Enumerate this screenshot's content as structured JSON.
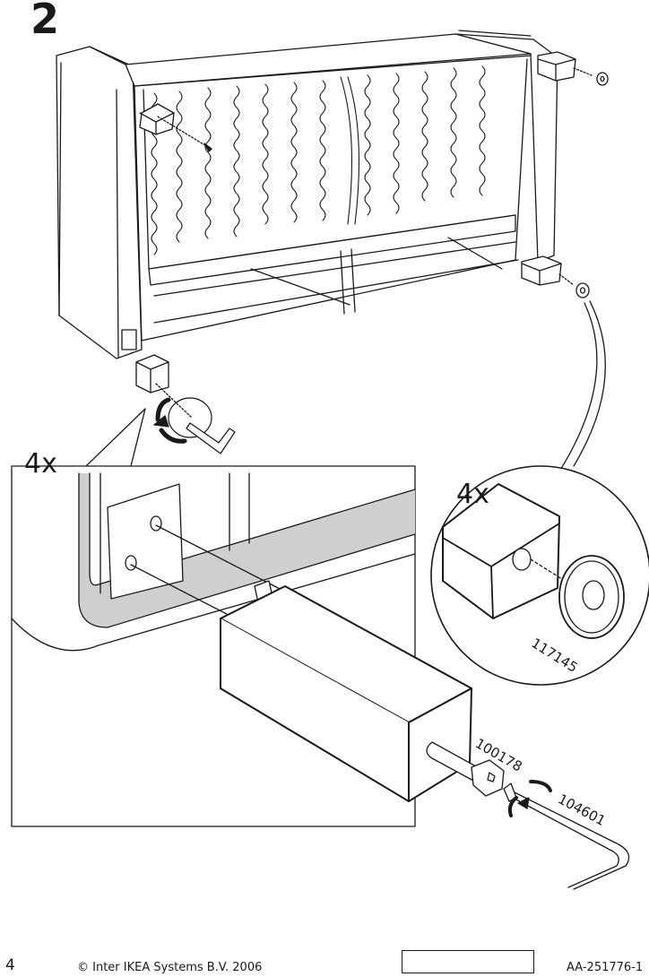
{
  "step": {
    "number": "2"
  },
  "callouts": {
    "left_quantity": "4x",
    "right_quantity": "4x"
  },
  "parts": {
    "washer": "117145",
    "bolt": "100178",
    "allen_key": "104601"
  },
  "footer": {
    "page_number": "4",
    "copyright": "© Inter IKEA Systems B.V. 2006",
    "doc_code": "AA-251776-1"
  },
  "icons": [
    "rotate-arrow-icon",
    "allen-key-icon",
    "magnify-callout-icon"
  ]
}
